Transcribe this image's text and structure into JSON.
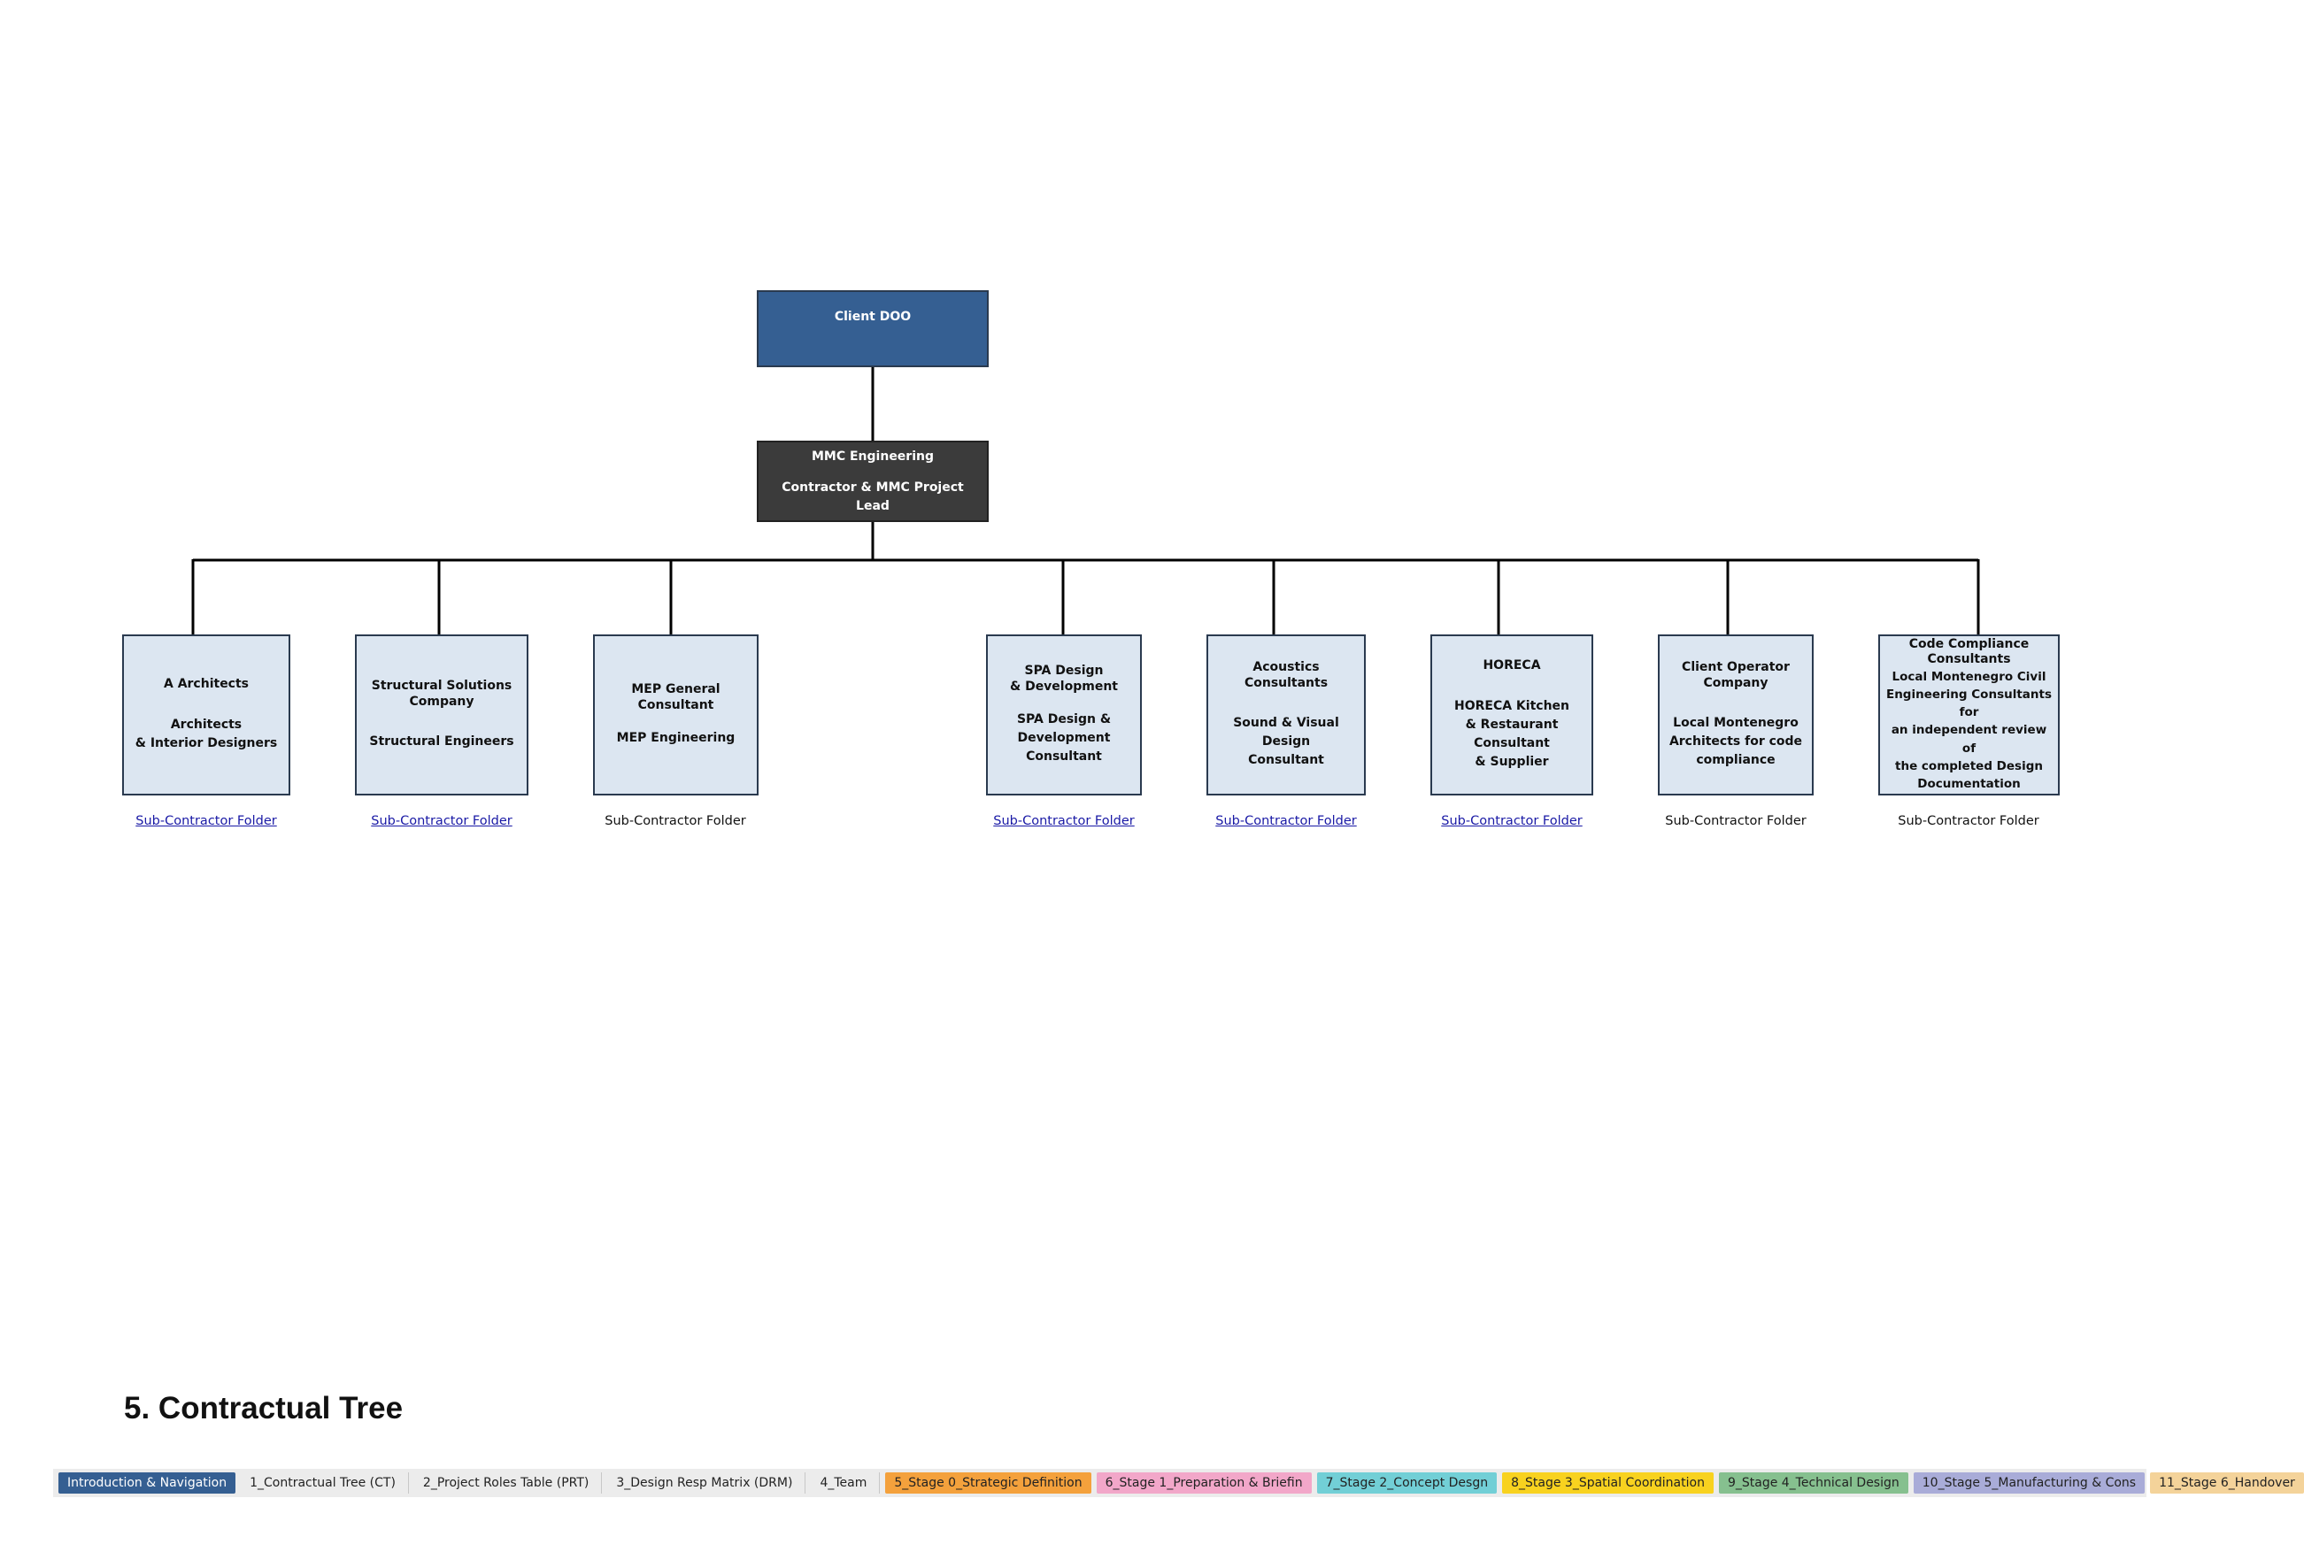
{
  "diagram": {
    "client": {
      "name": "Client DOO"
    },
    "lead": {
      "name": "MMC Engineering",
      "role": "Contractor & MMC Project Lead"
    },
    "subcontractors": [
      {
        "name": "A Architects",
        "desc": "Architects\n& Interior Designers",
        "folder": "Sub-Contractor Folder",
        "folder_linked": true
      },
      {
        "name": "Structural Solutions\nCompany",
        "desc": "Structural Engineers",
        "folder": "Sub-Contractor Folder",
        "folder_linked": true
      },
      {
        "name": "MEP General Consultant",
        "desc": "MEP Engineering",
        "folder": "Sub-Contractor Folder",
        "folder_linked": false
      },
      {
        "name": "SPA Design\n& Development",
        "desc": "SPA Design  &\nDevelopment\nConsultant",
        "folder": "Sub-Contractor Folder",
        "folder_linked": true
      },
      {
        "name": "Acoustics\nConsultants",
        "desc": "Sound & Visual Design\nConsultant",
        "folder": "Sub-Contractor Folder",
        "folder_linked": true
      },
      {
        "name": "HORECA",
        "desc": "HORECA Kitchen\n& Restaurant Consultant\n& Supplier",
        "folder": "Sub-Contractor Folder",
        "folder_linked": true
      },
      {
        "name": "Client Operator\nCompany",
        "desc": "Local Montenegro\nArchitects for code\ncompliance",
        "folder": "Sub-Contractor Folder",
        "folder_linked": false
      },
      {
        "name": "Code Compliance\nConsultants",
        "desc": "Local Montenegro Civil\nEngineering Consultants for\nan independent review of\nthe completed Design\nDocumentation",
        "folder": "Sub-Contractor Folder",
        "folder_linked": false
      }
    ]
  },
  "page_title": "5. Contractual Tree",
  "tabs": [
    {
      "label": "Introduction & Navigation",
      "color": "#355f92",
      "style": "active"
    },
    {
      "label": "1_Contractual Tree (CT)",
      "color": "",
      "style": "plain"
    },
    {
      "label": "2_Project Roles Table (PRT)",
      "color": "",
      "style": "plain"
    },
    {
      "label": "3_Design Resp Matrix (DRM)",
      "color": "",
      "style": "plain"
    },
    {
      "label": "4_Team",
      "color": "",
      "style": "plain"
    },
    {
      "label": "5_Stage 0_Strategic Definition",
      "color": "#f4a13c",
      "style": "colored"
    },
    {
      "label": "6_Stage 1_Preparation & Briefin",
      "color": "#f2a7c9",
      "style": "colored"
    },
    {
      "label": "7_Stage 2_Concept Desgn",
      "color": "#72cfd6",
      "style": "colored"
    },
    {
      "label": "8_Stage 3_Spatial Coordination",
      "color": "#f8d21f",
      "style": "colored"
    },
    {
      "label": "9_Stage 4_Technical Design",
      "color": "#86c08f",
      "style": "colored"
    },
    {
      "label": "10_Stage 5_Manufacturing & Cons",
      "color": "#a9acd8",
      "style": "colored"
    },
    {
      "label": "11_Stage 6_Handover",
      "color": "#f4d39a",
      "style": "colored"
    }
  ]
}
